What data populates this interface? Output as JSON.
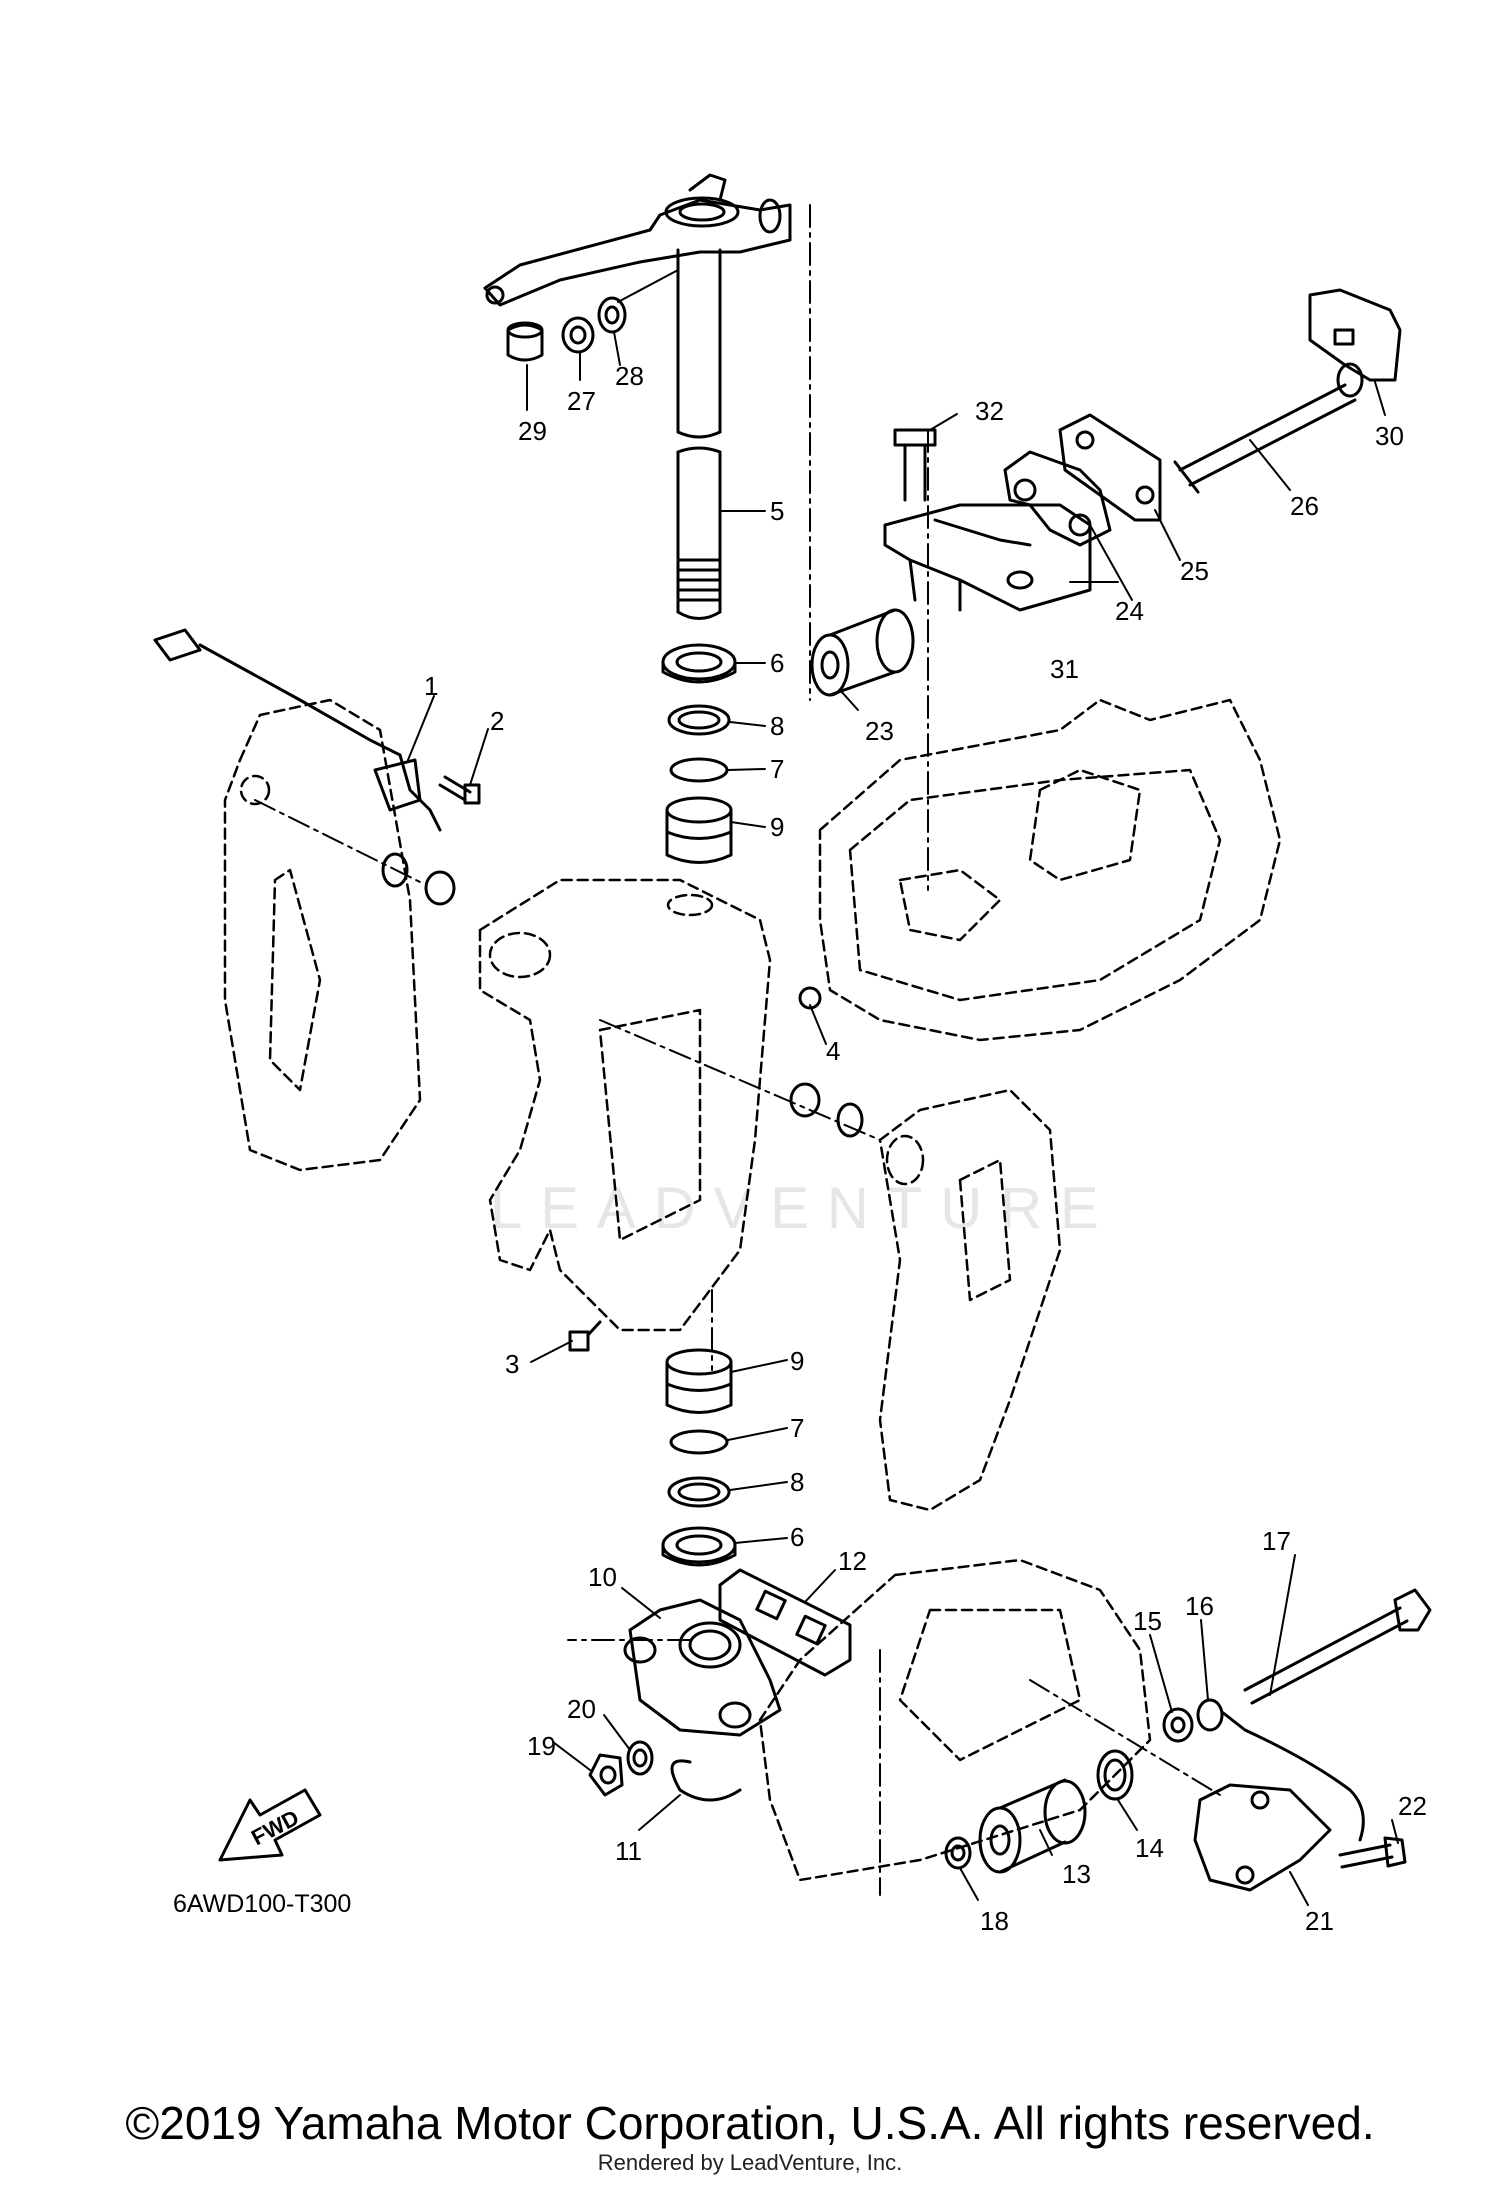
{
  "diagram": {
    "code": "6AWD100-T300",
    "fwd_label": "FWD",
    "watermark": "LEADVENTURE",
    "callouts": [
      {
        "id": "c1",
        "text": "1"
      },
      {
        "id": "c2",
        "text": "2"
      },
      {
        "id": "c3",
        "text": "3"
      },
      {
        "id": "c4",
        "text": "4"
      },
      {
        "id": "c5",
        "text": "5"
      },
      {
        "id": "c6a",
        "text": "6"
      },
      {
        "id": "c6b",
        "text": "6"
      },
      {
        "id": "c7a",
        "text": "7"
      },
      {
        "id": "c7b",
        "text": "7"
      },
      {
        "id": "c8a",
        "text": "8"
      },
      {
        "id": "c8b",
        "text": "8"
      },
      {
        "id": "c9a",
        "text": "9"
      },
      {
        "id": "c9b",
        "text": "9"
      },
      {
        "id": "c10",
        "text": "10"
      },
      {
        "id": "c11",
        "text": "11"
      },
      {
        "id": "c12",
        "text": "12"
      },
      {
        "id": "c13",
        "text": "13"
      },
      {
        "id": "c14",
        "text": "14"
      },
      {
        "id": "c15",
        "text": "15"
      },
      {
        "id": "c16",
        "text": "16"
      },
      {
        "id": "c17",
        "text": "17"
      },
      {
        "id": "c18",
        "text": "18"
      },
      {
        "id": "c19",
        "text": "19"
      },
      {
        "id": "c20",
        "text": "20"
      },
      {
        "id": "c21",
        "text": "21"
      },
      {
        "id": "c22",
        "text": "22"
      },
      {
        "id": "c23",
        "text": "23"
      },
      {
        "id": "c24",
        "text": "24"
      },
      {
        "id": "c25",
        "text": "25"
      },
      {
        "id": "c26",
        "text": "26"
      },
      {
        "id": "c27",
        "text": "27"
      },
      {
        "id": "c28",
        "text": "28"
      },
      {
        "id": "c29",
        "text": "29"
      },
      {
        "id": "c30",
        "text": "30"
      },
      {
        "id": "c31",
        "text": "31"
      },
      {
        "id": "c32",
        "text": "32"
      }
    ]
  },
  "footer": {
    "copyright": "©2019 Yamaha Motor Corporation, U.S.A. All rights reserved.",
    "rendered_by": "Rendered by LeadVenture, Inc."
  }
}
